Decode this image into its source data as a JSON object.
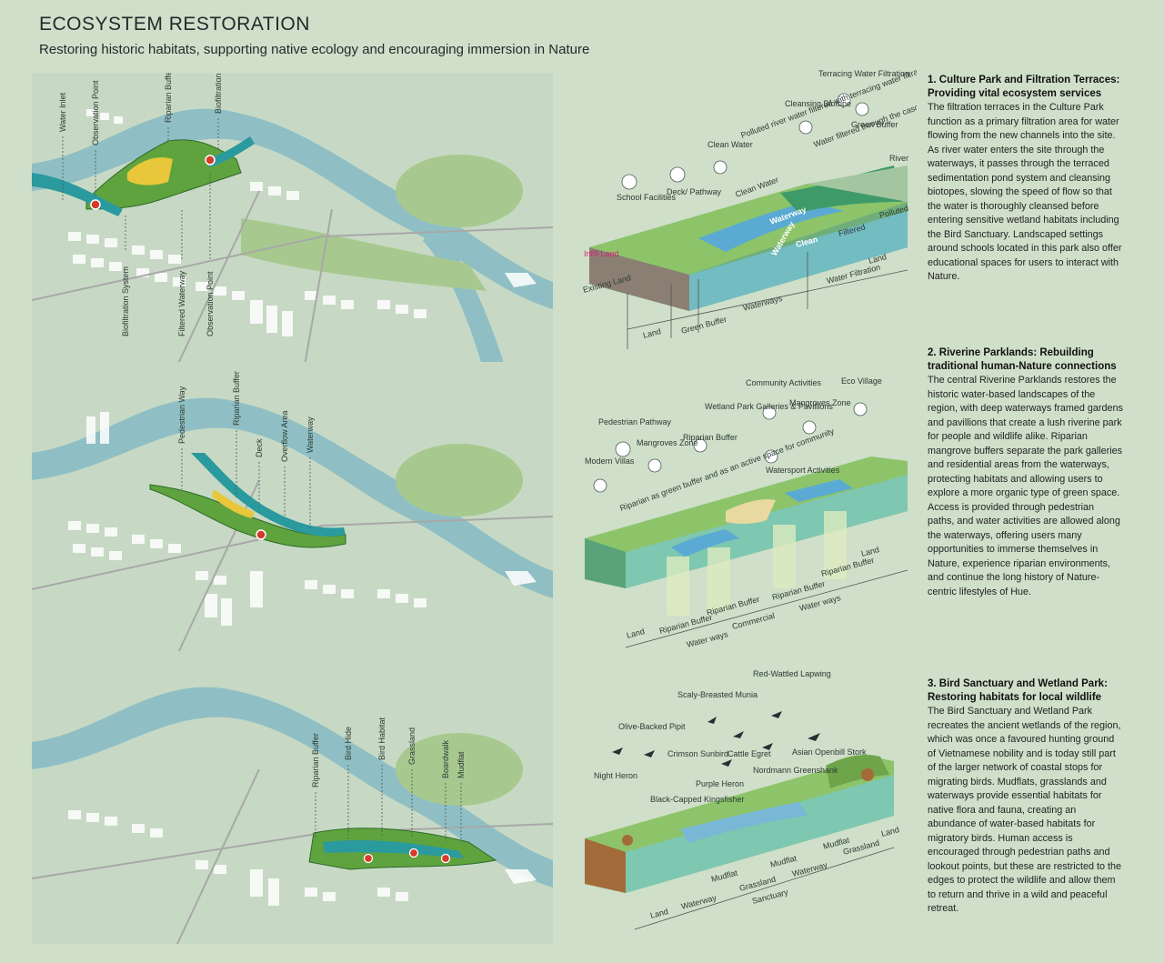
{
  "header": {
    "title": "ECOSYSTEM RESTORATION",
    "subtitle": "Restoring historic habitats, supporting native ecology and encouraging immersion in Nature"
  },
  "colors": {
    "background": "#cfdfc9",
    "water": "#2a9a9e",
    "zone_green": "#5fa33e",
    "zone_yellow": "#e8c83a",
    "marker_red": "#d63a2a",
    "infill_label": "#d6246f"
  },
  "sections": [
    {
      "title": "1. Culture Park and Filtration Terraces: Providing vital ecosystem services",
      "body": "The filtration terraces in the Culture Park function as a primary filtration area for water flowing from the new channels into the site. As river water enters the site through the waterways, it passes through the terraced sedimentation pond system and cleansing biotopes, slowing the speed of flow so that the water is thoroughly cleansed before entering sensitive wetland habitats including the Bird Sanctuary. Landscaped settings around schools located in this park also offer educational spaces for users to interact with Nature.",
      "map_labels": [
        "Water Inlet",
        "Observation Point",
        "Riparian Buffer",
        "Biofiltration System",
        "Biofiltration System",
        "Filtered Waterway",
        "Observation Point"
      ],
      "diagram_labels": {
        "icons": [
          "School Facilities",
          "Deck/ Pathway",
          "Clean Water",
          "Cleansing Biotope",
          "Terracing Water Filtration",
          "Green Buffer"
        ],
        "callouts": [
          "Polluted river water filtered with terracing water filtration",
          "Water filtered through the cascade",
          "River",
          "Polluted",
          "Filtered",
          "Clean",
          "Clean Water",
          "Waterway",
          "Waterway",
          "Water Filtration",
          "Land",
          "Infill Land",
          "Existing Land"
        ],
        "bottom": [
          "Land",
          "Green Buffer",
          "Waterways"
        ]
      }
    },
    {
      "title": "2. Riverine Parklands: Rebuilding traditional human-Nature connections",
      "body": "The central Riverine Parklands restores the historic water-based landscapes of the region, with deep waterways framed gardens and pavillions that create a lush riverine park for people and wildlife alike. Riparian mangrove buffers separate the park galleries and residential areas from the waterways, protecting habitats and allowing users to explore a more organic type of green space. Access is provided through pedestrian paths, and water activities are allowed along the waterways, offering users many opportunities to immerse themselves in Nature, experience riparian environments, and continue the long history of Nature-centric lifestyles of Hue.",
      "map_labels": [
        "Pedestrian Way",
        "Riparian Buffer",
        "Deck",
        "Overflow Area",
        "Waterway"
      ],
      "diagram_labels": {
        "icons": [
          "Modern Villas",
          "Pedestrian Pathway",
          "Mangroves Zone",
          "Riparian Buffer",
          "Wetland Park Galleries & Pavillions",
          "Community Activities",
          "Watersport Activities",
          "Mangroves Zone",
          "Eco Village"
        ],
        "callouts": [
          "Riparian as green buffer and as an active space for community",
          "Land"
        ],
        "bottom": [
          "Land",
          "Riparian Buffer",
          "Water ways",
          "Riparian Buffer",
          "Commercial",
          "Riparian Buffer",
          "Water ways",
          "Riparian Buffer"
        ]
      }
    },
    {
      "title": "3. Bird Sanctuary and Wetland Park: Restoring habitats for local wildlife",
      "body": "The Bird Sanctuary and Wetland Park recreates the ancient wetlands of the region, which was once a favoured hunting ground of Vietnamese nobility and is today still part of the larger network of coastal stops for migrating birds. Mudflats, grasslands and waterways provide essential habitats for native flora and fauna, creating an abundance of water-based habitats for migratory birds. Human access is encouraged through pedestrian paths and lookout points, but these are restricted to the edges to protect the wildlife and allow them to return and thrive in a wild and peaceful retreat.",
      "map_labels": [
        "Riparian Buffer",
        "Bird Hide",
        "Bird Habitat",
        "Grassland",
        "Boardwalk",
        "Mudflat"
      ],
      "diagram_labels": {
        "birds": [
          "Red-Wattled Lapwing",
          "Scaly-Breasted Munia",
          "Olive-Backed Pipit",
          "Cattle Egret",
          "Crimson Sunbird",
          "Night Heron",
          "Asian Openbill Stork",
          "Nordmann Greenshank",
          "Purple Heron",
          "Black-Capped Kingsfisher"
        ],
        "bottom": [
          "Land",
          "Waterway",
          "Mudflat",
          "Grassland",
          "Mudflat",
          "Waterway",
          "Mudflat",
          "Grassland",
          "Land",
          "Sanctuary"
        ]
      }
    }
  ]
}
